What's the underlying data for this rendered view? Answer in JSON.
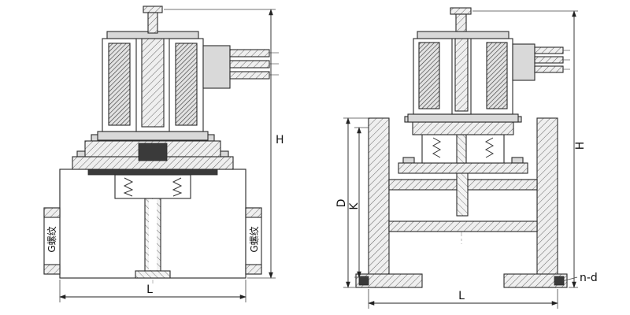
{
  "colors": {
    "line": "#2b2b2b",
    "fill_light": "#d9d9d9",
    "seal_dark": "#3a3a3a",
    "background": "#ffffff"
  },
  "left_valve": {
    "port_left_label": "G螺纹",
    "port_right_label": "G螺纹",
    "dim_h": "H",
    "dim_l": "L"
  },
  "right_valve": {
    "dim_h": "H",
    "dim_l": "L",
    "dim_d": "D",
    "dim_k": "K",
    "dim_nd": "n-d"
  }
}
